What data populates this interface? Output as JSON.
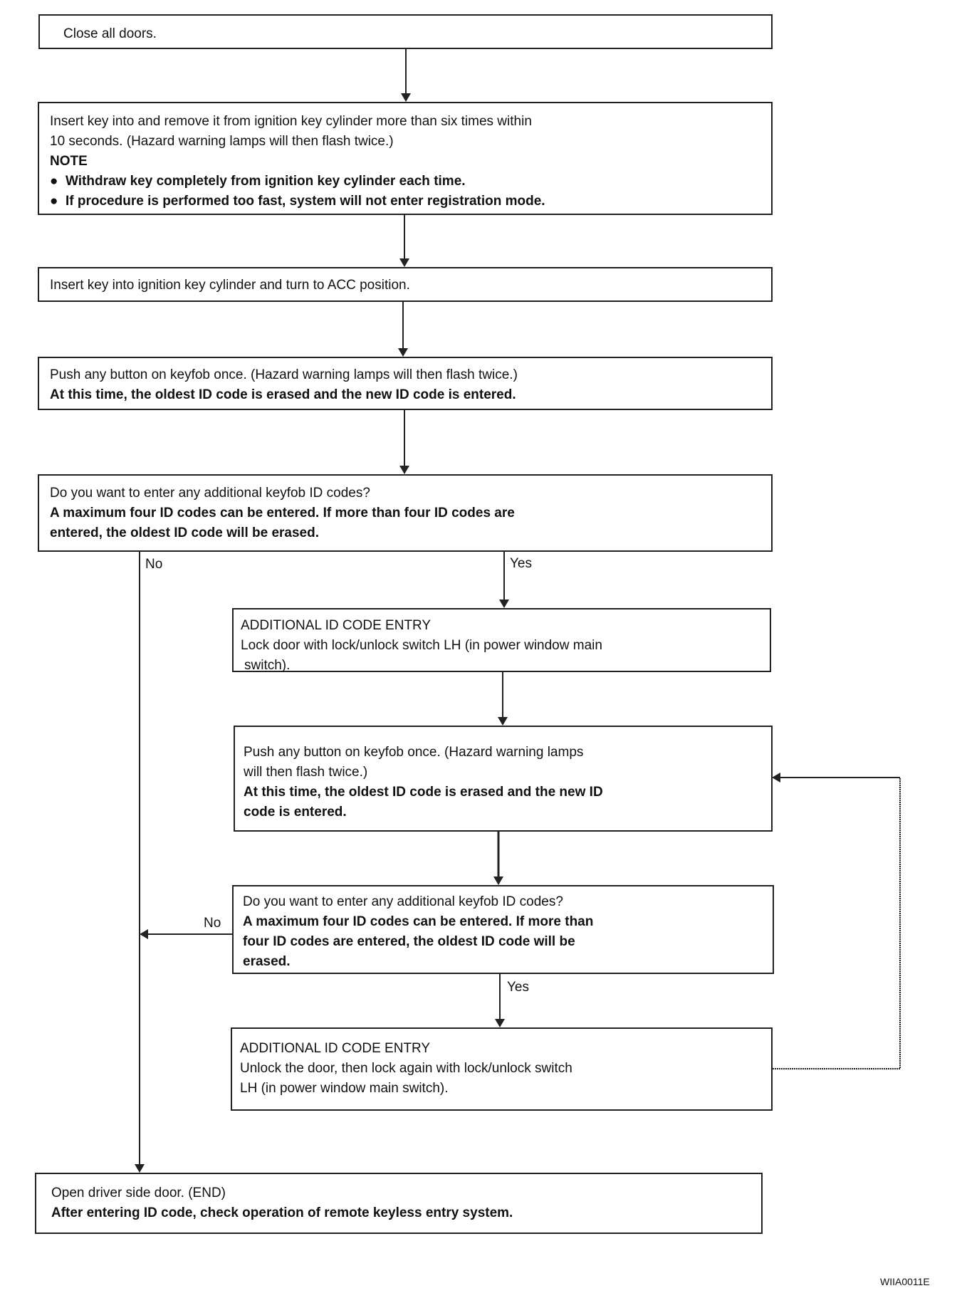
{
  "steps": {
    "close_doors": {
      "line1": "Close all doors."
    },
    "insert_remove": {
      "line1": "Insert key into and remove it from ignition key cylinder more than six times within",
      "line2": "10 seconds. (Hazard warning lamps will then flash twice.)",
      "note": "NOTE",
      "bullet1": "Withdraw key completely from ignition key cylinder each time.",
      "bullet2": "If procedure is performed too fast, system will not enter registration mode."
    },
    "acc": {
      "line1": "Insert key into ignition key cylinder and turn to ACC position."
    },
    "push_button": {
      "line1": "Push any button on keyfob once. (Hazard warning lamps will then flash twice.)",
      "line2": "At this time, the oldest ID code is erased and the new ID code is entered."
    },
    "question1": {
      "line1": "Do you want to enter any additional keyfob ID codes?",
      "line2": "A maximum four ID codes can be entered. If more than four ID codes are",
      "line3": "entered, the oldest ID code will be erased."
    },
    "additional1": {
      "line1": "ADDITIONAL ID CODE ENTRY",
      "line2": "Lock door with lock/unlock switch LH (in power window main",
      "line3": "switch)."
    },
    "push_button2": {
      "line1": "Push any button on keyfob once. (Hazard warning lamps",
      "line2": "will then flash twice.)",
      "line3": "At this time, the oldest ID code is erased and the new ID",
      "line4": "code is entered."
    },
    "question2": {
      "line1": "Do you want to enter any additional keyfob ID codes?",
      "line2": "A maximum four ID codes can be entered. If more than",
      "line3": "four ID codes are entered, the oldest ID code will be",
      "line4": "erased."
    },
    "additional2": {
      "line1": "ADDITIONAL ID CODE ENTRY",
      "line2": "Unlock the door, then lock again with lock/unlock switch",
      "line3": "LH (in power window main switch)."
    },
    "end": {
      "line1": "Open driver side door. (END)",
      "line2": "After entering ID code, check operation of remote keyless entry system."
    }
  },
  "labels": {
    "no1": "No",
    "yes1": "Yes",
    "no2": "No",
    "yes2": "Yes"
  },
  "bullet_glyph": "●",
  "figure_id": "WIIA0011E"
}
